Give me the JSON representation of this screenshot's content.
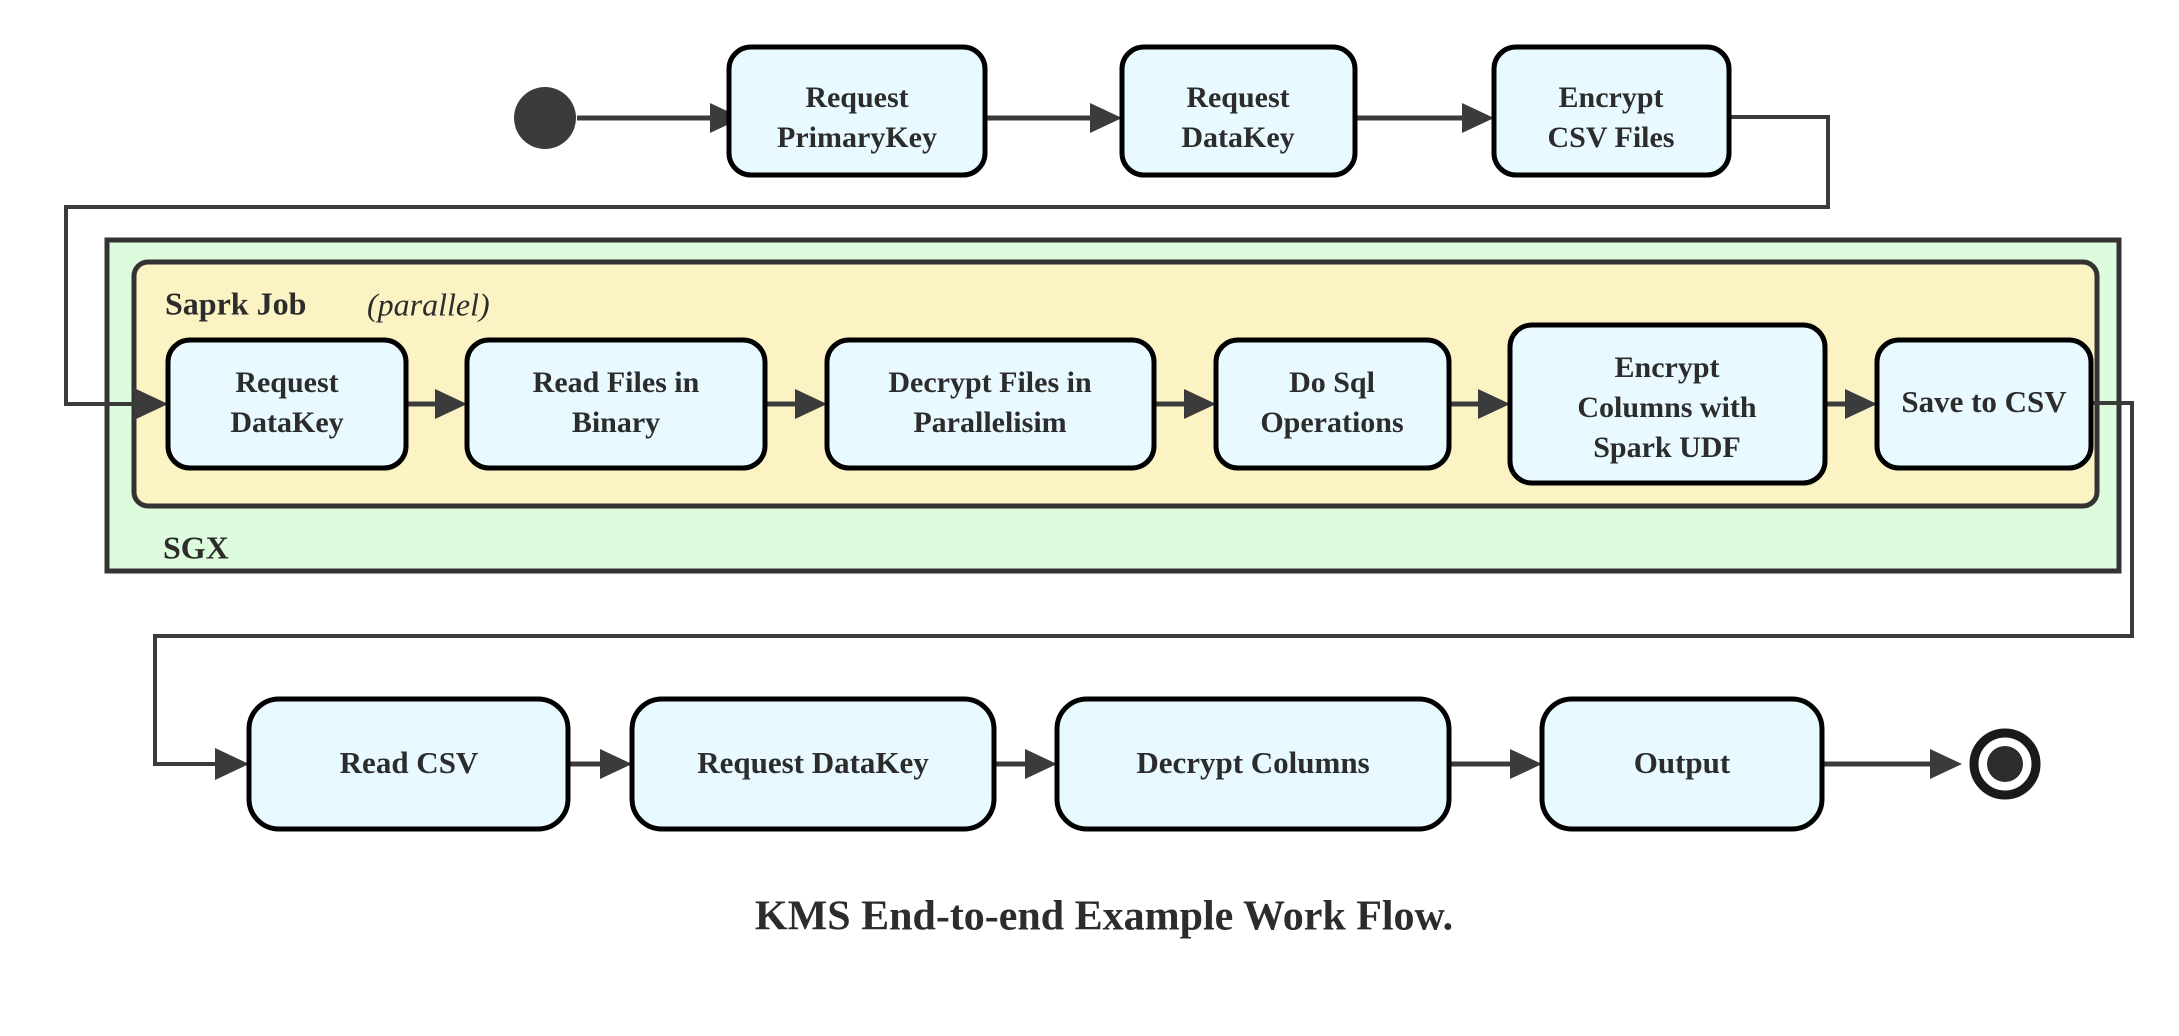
{
  "figure": {
    "caption": "KMS End-to-end Example Work Flow.",
    "type": "activity-flowchart"
  },
  "colors": {
    "node_fill": "#e8faff",
    "node_stroke": "#000000",
    "sgx_fill": "#ddfbdd",
    "spark_fill": "#fbf3c4",
    "group_stroke": "#333333",
    "connector": "#3b3b3b",
    "text": "#2c2c2c"
  },
  "markers": {
    "start": "filled-circle-start-node",
    "end": "bullseye-end-node"
  },
  "groups": {
    "sgx": {
      "label": "SGX"
    },
    "spark": {
      "label": "Saprk Job",
      "modifier": "(parallel)",
      "modifier_open": "(",
      "modifier_word": "parallel",
      "modifier_close": ")"
    }
  },
  "rows": {
    "top": {
      "nodes": [
        {
          "id": "request-primarykey",
          "line1": "Request",
          "line2": "PrimaryKey"
        },
        {
          "id": "request-datakey-top",
          "line1": "Request",
          "line2": "DataKey"
        },
        {
          "id": "encrypt-csv-files",
          "line1": "Encrypt",
          "line2": "CSV Files"
        }
      ]
    },
    "middle": {
      "nodes": [
        {
          "id": "request-datakey-spark",
          "line1": "Request",
          "line2": "DataKey"
        },
        {
          "id": "read-files-in-binary",
          "line1": "Read Files in",
          "line2": "Binary"
        },
        {
          "id": "decrypt-files-in-parallelisim",
          "line1": "Decrypt Files in",
          "line2": "Parallelisim"
        },
        {
          "id": "do-sql-operations",
          "line1": "Do Sql",
          "line2": "Operations"
        },
        {
          "id": "encrypt-columns-with-spark-udf",
          "line1": "Encrypt",
          "line2": "Columns with",
          "line3": "Spark UDF"
        },
        {
          "id": "save-to-csv",
          "line1": "Save to CSV"
        }
      ]
    },
    "bottom": {
      "nodes": [
        {
          "id": "read-csv",
          "line1": "Read CSV"
        },
        {
          "id": "request-datakey-bottom",
          "line1": "Request DataKey"
        },
        {
          "id": "decrypt-columns",
          "line1": "Decrypt Columns"
        },
        {
          "id": "output",
          "line1": "Output"
        }
      ]
    }
  },
  "flow_sequence": [
    "start",
    "Request PrimaryKey",
    "Request DataKey",
    "Encrypt CSV Files",
    "Request DataKey",
    "Read Files in Binary",
    "Decrypt Files in Parallelisim",
    "Do Sql Operations",
    "Encrypt Columns with Spark UDF",
    "Save to CSV",
    "Read CSV",
    "Request DataKey",
    "Decrypt Columns",
    "Output",
    "end"
  ]
}
